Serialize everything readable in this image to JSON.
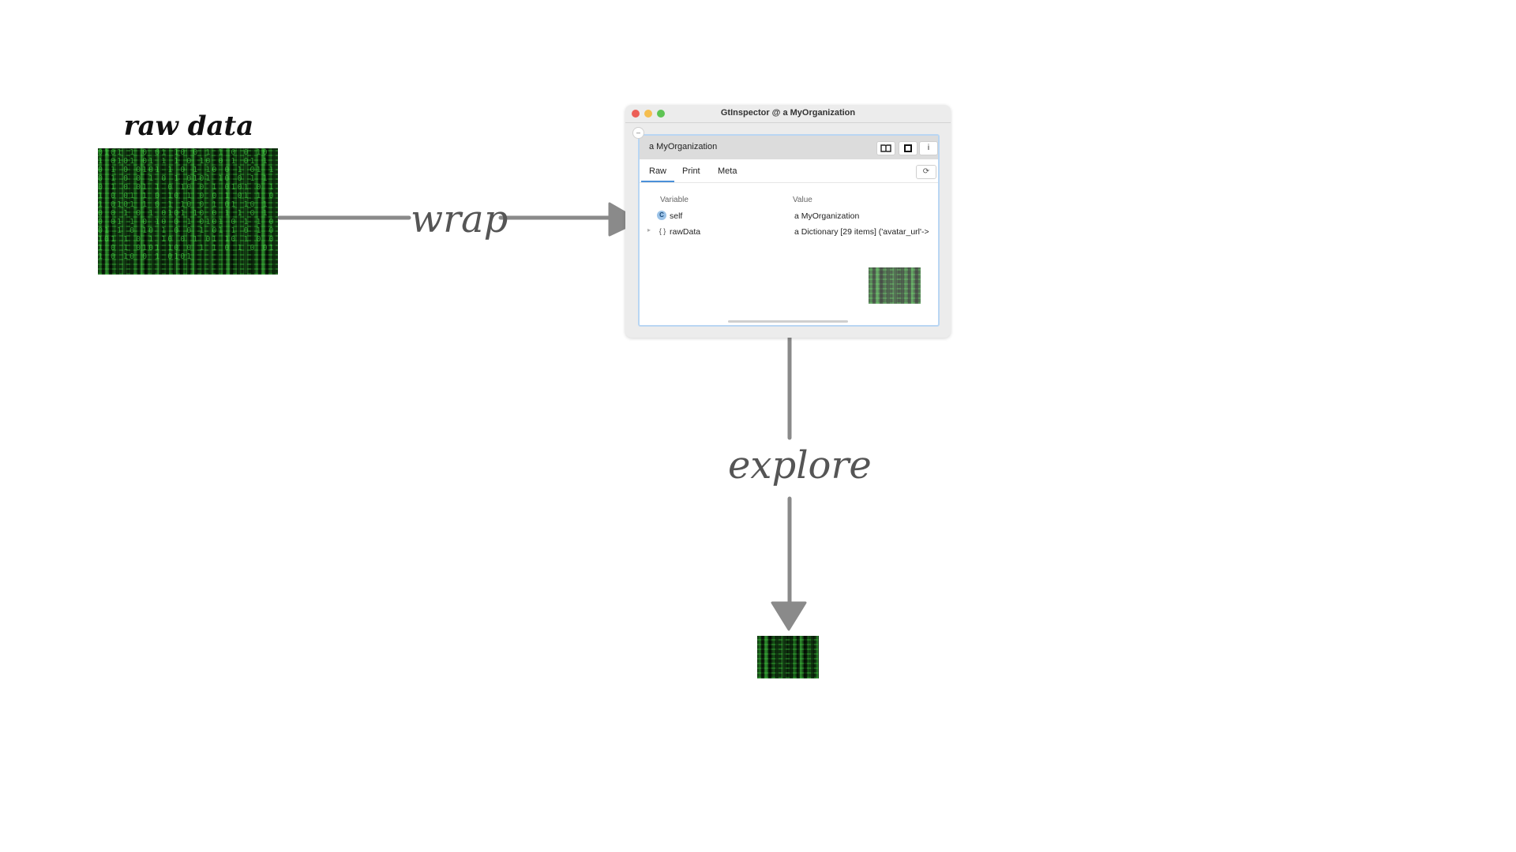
{
  "labels": {
    "raw_data": "raw data",
    "wrap": "wrap",
    "explore": "explore"
  },
  "inspector": {
    "window_title": "GtInspector @ a MyOrganization",
    "pane_title": "a MyOrganization",
    "tabs": [
      "Raw",
      "Print",
      "Meta"
    ],
    "active_tab": "Raw",
    "columns": {
      "variable": "Variable",
      "value": "Value"
    },
    "rows": [
      {
        "icon": "C",
        "name": "self",
        "value": "a MyOrganization"
      },
      {
        "icon": "{ }",
        "name": "rawData",
        "value": "a Dictionary [29 items] ('avatar_url'->"
      }
    ],
    "header_icons": [
      "book-icon",
      "square-icon",
      "info-icon"
    ],
    "info_glyph": "i",
    "refresh_glyph": "⟳",
    "collapse_glyph": "–"
  },
  "colors": {
    "arrow": "#8a8a8a",
    "matrix_green": "#4cf04c",
    "selection_blue": "#4a90d9",
    "pane_border": "#b9d6f3"
  },
  "matrix_text": "0101 1 0 01 10 0 1 1 0 0 10 1 0101 01 1 1 0 10 0 1 01 1 0 1 0 0101 1 0 1 10 0 1 01 10 1 0 0 1 0 1 0101 10 0 1 1 0 1 0 01 1 0 10 0 1 0101 0 1 1 0 01 1 0 10 1 0 0 1 01 1 0 1 0101 1 0 1 10 0 1 01 10 1 0 0 1 0 1 0101 10 0 1 1 0 1 0 01 1 0 10 0 1 0101 0 1 1 0 01 1 0 10 1 0 0 1 01 1 0 1 0101 1 0 1 10 0 1 01 10 1 0 0 1 0 1 0101 10 0 1 1 0 1 0 01 1 0 10 0 1 0101"
}
